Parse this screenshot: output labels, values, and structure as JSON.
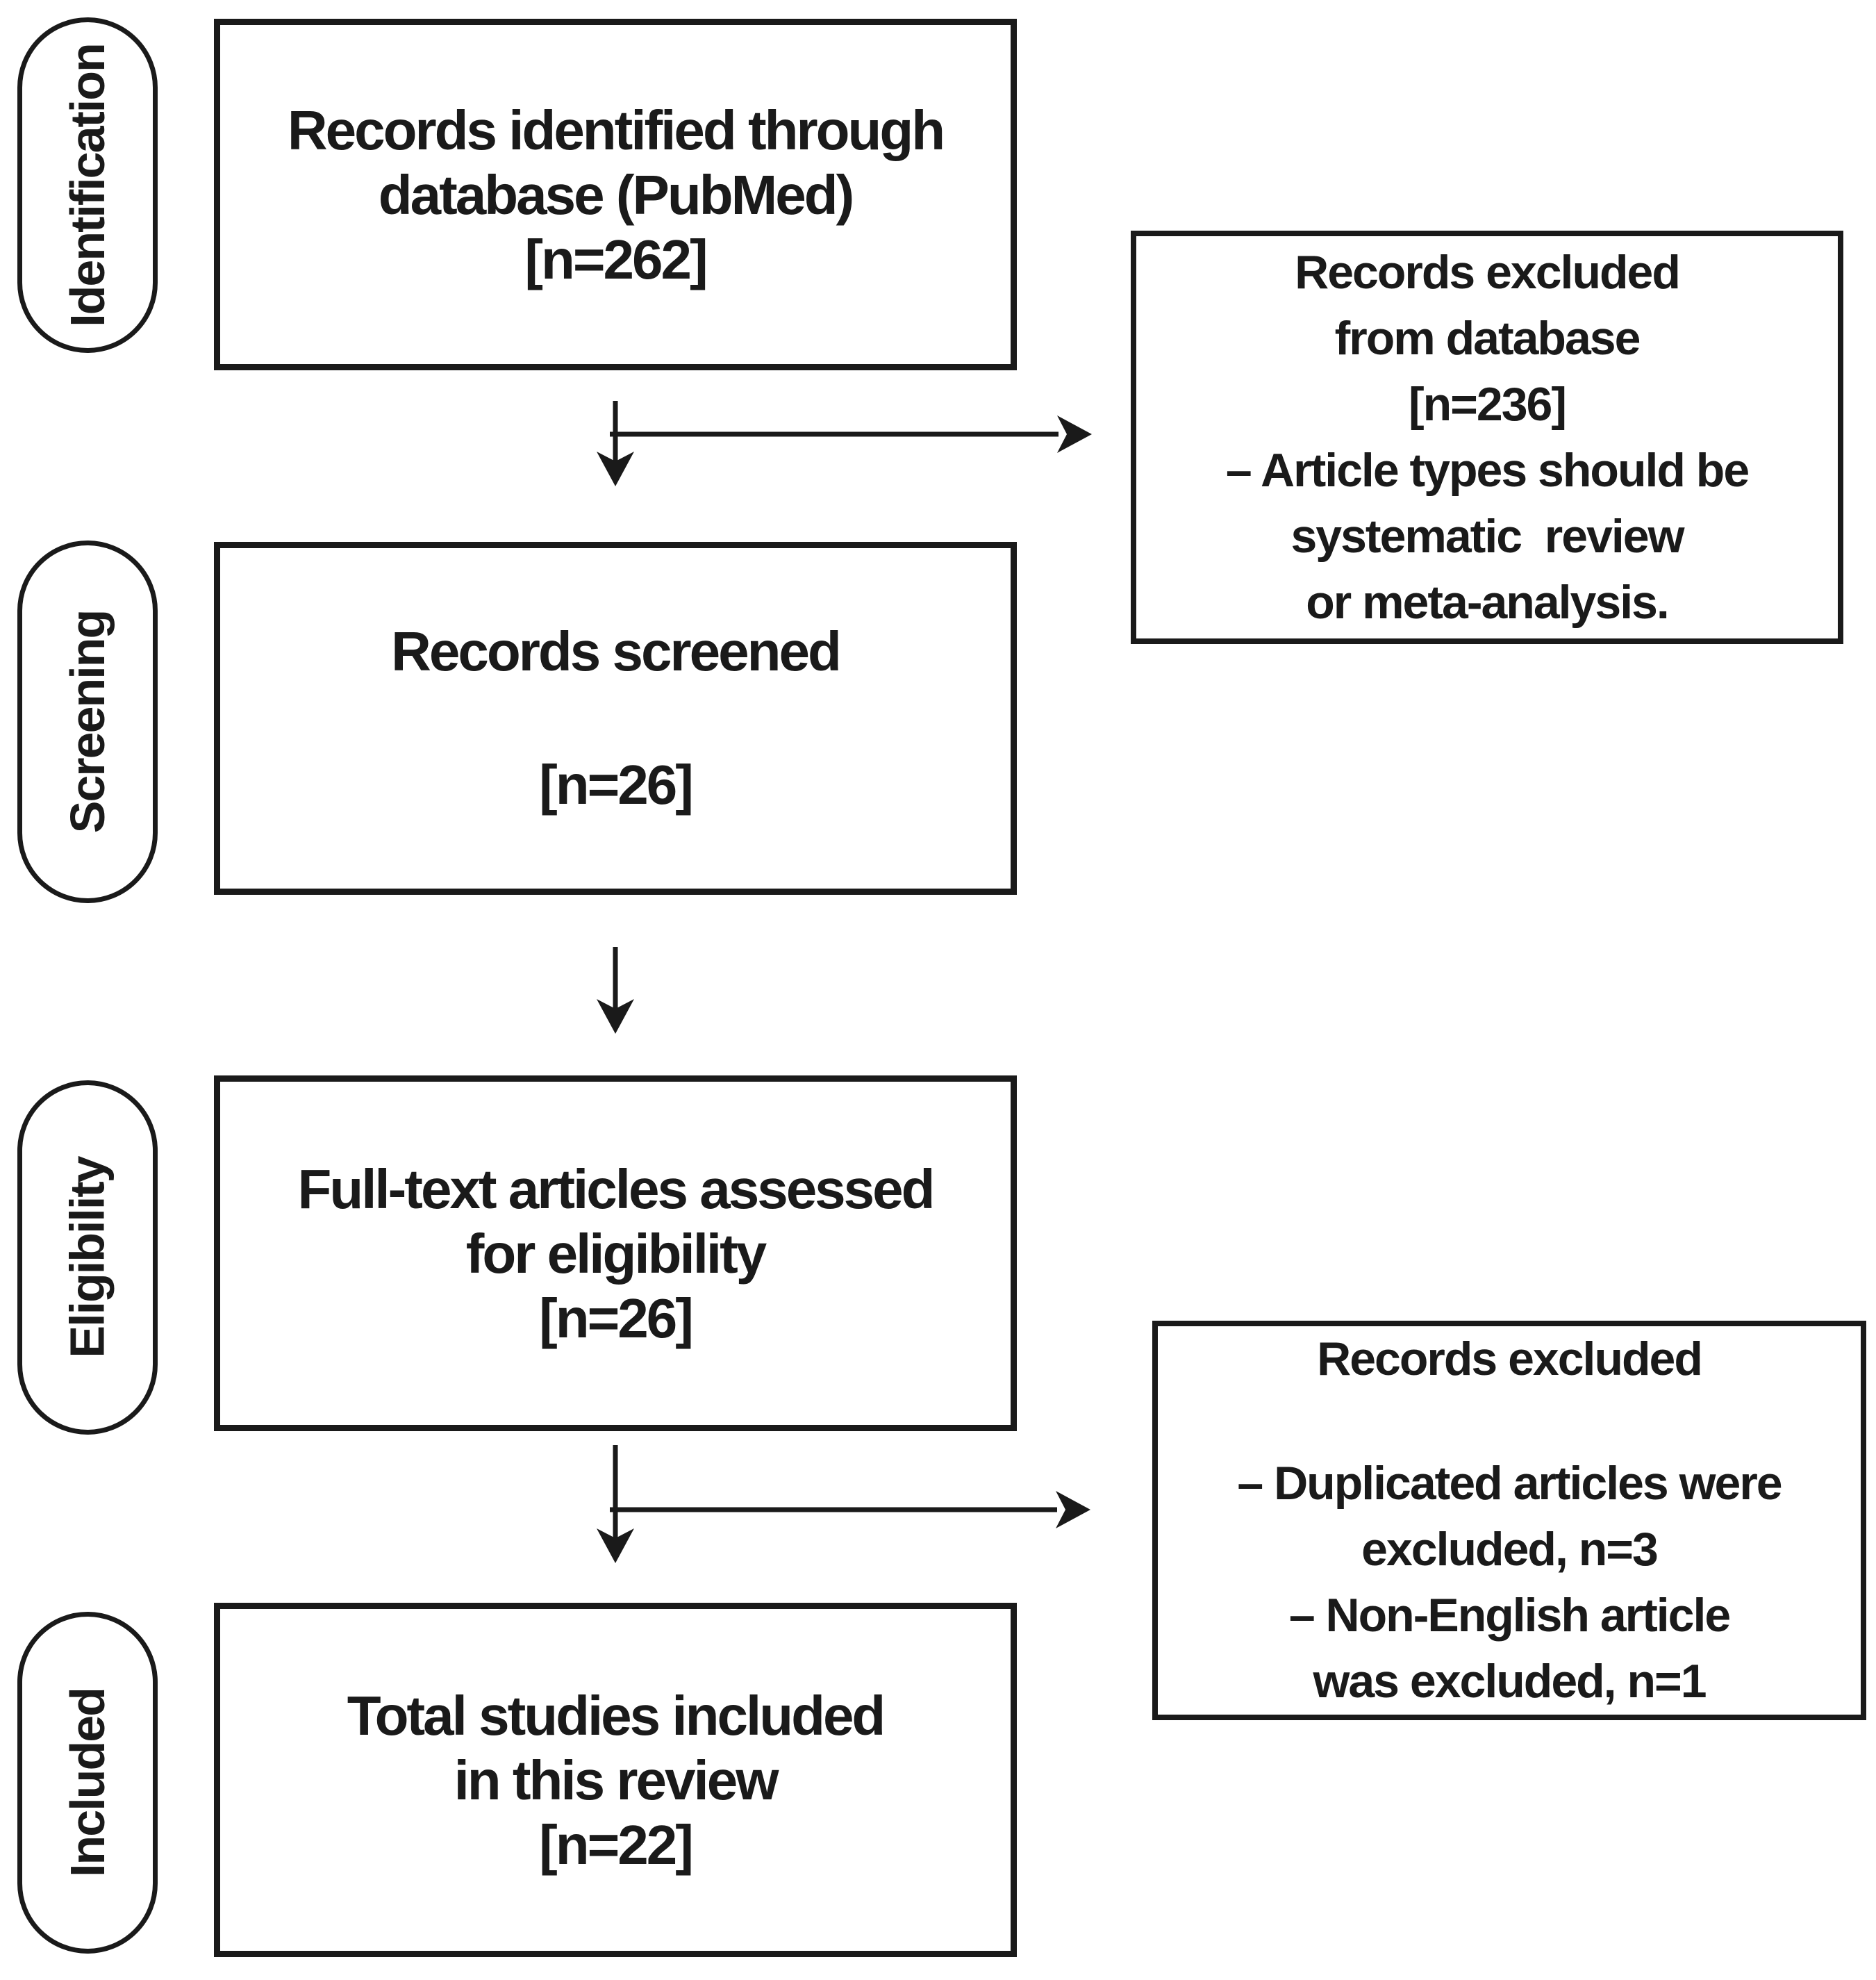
{
  "colors": {
    "ink": "#1a1a1a",
    "background": "#ffffff"
  },
  "stages": [
    {
      "label": "Identification"
    },
    {
      "label": "Screening"
    },
    {
      "label": "Eligibility"
    },
    {
      "label": "Included"
    }
  ],
  "flow_boxes": [
    {
      "lines": [
        "Records identified through",
        "database (PubMed)",
        "[n=262]"
      ]
    },
    {
      "lines": [
        "Records screened",
        "",
        "[n=26]"
      ]
    },
    {
      "lines": [
        "Full-text articles assessed",
        "for eligibility",
        "[n=26]"
      ]
    },
    {
      "lines": [
        "Total studies included",
        "in this review",
        "[n=22]"
      ]
    }
  ],
  "exclusion_boxes": [
    {
      "lines": [
        "Records excluded",
        "from database",
        "[n=236]",
        "– Article types should be",
        "systematic  review",
        "or meta-analysis."
      ]
    },
    {
      "lines": [
        "Records excluded",
        "",
        "– Duplicated articles were",
        "excluded, n=3",
        "– Non-English article",
        "was excluded, n=1"
      ]
    }
  ]
}
